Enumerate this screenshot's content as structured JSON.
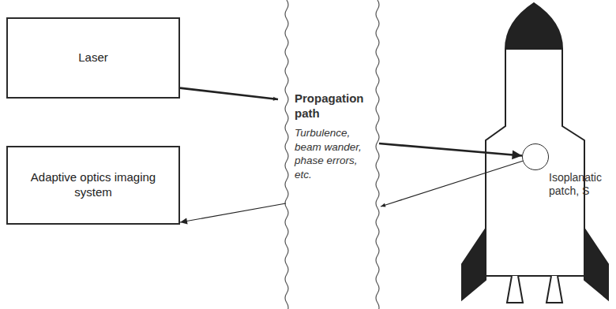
{
  "diagram": {
    "nodes": [
      {
        "text": [
          "Laser"
        ]
      },
      {
        "text": [
          "Adaptive optics imaging system"
        ]
      },
      {
        "text": [
          "Isoplanatic patch, S"
        ]
      }
    ],
    "edges": [
      {
        "from": 0,
        "to": 2,
        "arrow": "to"
      },
      {
        "from": 2,
        "to": 1,
        "arrow": "to"
      }
    ],
    "labels": [
      "Propagation path",
      "Turbulence, beam wander, phase errors, etc."
    ]
  }
}
